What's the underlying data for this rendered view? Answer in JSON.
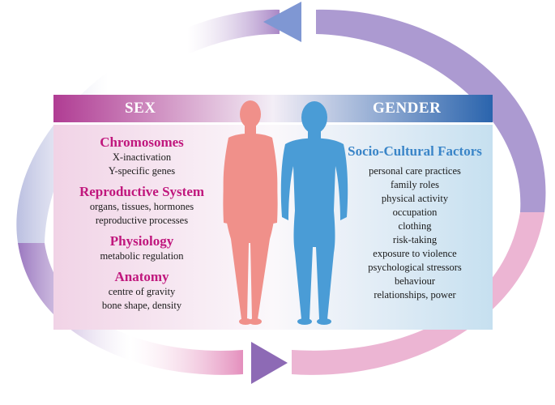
{
  "headers": {
    "sex": "SEX",
    "gender": "GENDER"
  },
  "sex": [
    {
      "title": "Chromosomes",
      "items": [
        "X-inactivation",
        "Y-specific genes"
      ]
    },
    {
      "title": "Reproductive System",
      "items": [
        "organs, tissues, hormones",
        "reproductive processes"
      ]
    },
    {
      "title": "Physiology",
      "items": [
        "metabolic regulation"
      ]
    },
    {
      "title": "Anatomy",
      "items": [
        "centre of gravity",
        "bone shape, density"
      ]
    }
  ],
  "gender": {
    "title": "Socio-Cultural Factors",
    "items": [
      "personal care practices",
      "family roles",
      "physical activity",
      "occupation",
      "clothing",
      "risk-taking",
      "exposure to violence",
      "psychological stressors",
      "behaviour",
      "relationships, power"
    ]
  },
  "colors": {
    "sex": "#c0177d",
    "gender": "#3a85c8",
    "female_figure": "#f0908a",
    "male_figure": "#4a9cd6"
  },
  "icons": [
    "female-silhouette-icon",
    "male-silhouette-icon",
    "cycle-arrow-top-icon",
    "cycle-arrow-bottom-icon"
  ]
}
